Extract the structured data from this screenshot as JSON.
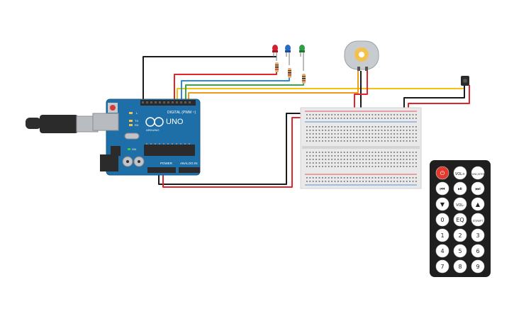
{
  "arduino": {
    "model_label": "UNO",
    "brand_label": "ARDUINO",
    "digital_label": "DIGITAL (PWM ~)",
    "power_label": "POWER",
    "analog_label": "ANALOG IN",
    "tx_label": "TX",
    "rx_label": "RX",
    "l_label": "L",
    "on_label": "ON",
    "board_color": "#1e6fa8"
  },
  "leds": [
    {
      "name": "red",
      "color": "#d2202c"
    },
    {
      "name": "blue",
      "color": "#2a6cc4"
    },
    {
      "name": "green",
      "color": "#2ea043"
    }
  ],
  "wires": {
    "red": "#e1242a",
    "black": "#1a1a1a",
    "yellow": "#f4c20d",
    "blue": "#2f8ad8",
    "green": "#3aa648",
    "orange": "#f09a1e"
  },
  "remote": {
    "buttons": [
      {
        "label": "⏻",
        "icon": "power-icon",
        "color": "#e23b2e"
      },
      {
        "label": "VOL+",
        "icon": "",
        "color": "#ffffff"
      },
      {
        "label": "FUNC/STOP",
        "icon": "",
        "color": "#ffffff"
      },
      {
        "label": "⏮",
        "icon": "skip-back-icon",
        "color": "#ffffff"
      },
      {
        "label": "⏯",
        "icon": "play-pause-icon",
        "color": "#ffffff"
      },
      {
        "label": "⏭",
        "icon": "skip-forward-icon",
        "color": "#ffffff"
      },
      {
        "label": "▼",
        "icon": "down-icon",
        "color": "#ffffff"
      },
      {
        "label": "VOL-",
        "icon": "",
        "color": "#ffffff"
      },
      {
        "label": "▲",
        "icon": "up-icon",
        "color": "#ffffff"
      },
      {
        "label": "0",
        "icon": "",
        "color": "#ffffff"
      },
      {
        "label": "EQ",
        "icon": "",
        "color": "#ffffff"
      },
      {
        "label": "ST/REPT",
        "icon": "",
        "color": "#ffffff"
      },
      {
        "label": "1",
        "icon": "",
        "color": "#ffffff"
      },
      {
        "label": "2",
        "icon": "",
        "color": "#ffffff"
      },
      {
        "label": "3",
        "icon": "",
        "color": "#ffffff"
      },
      {
        "label": "4",
        "icon": "",
        "color": "#ffffff"
      },
      {
        "label": "5",
        "icon": "",
        "color": "#ffffff"
      },
      {
        "label": "6",
        "icon": "",
        "color": "#ffffff"
      },
      {
        "label": "7",
        "icon": "",
        "color": "#ffffff"
      },
      {
        "label": "8",
        "icon": "",
        "color": "#ffffff"
      },
      {
        "label": "9",
        "icon": "",
        "color": "#ffffff"
      }
    ]
  }
}
